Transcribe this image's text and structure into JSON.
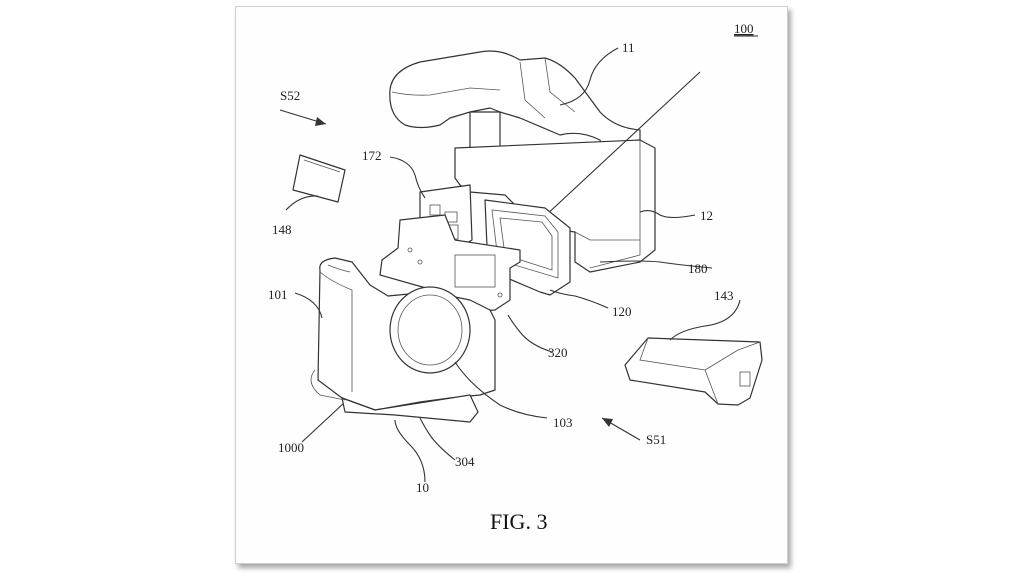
{
  "figure": {
    "caption": "FIG. 3",
    "ref_main": "100",
    "labels": {
      "l11": "11",
      "l12": "12",
      "l10": "10",
      "l101": "101",
      "l103": "103",
      "l120": "120",
      "l143": "143",
      "l148": "148",
      "l172": "172",
      "l180": "180",
      "l304": "304",
      "l320": "320",
      "l1000": "1000",
      "s51": "S51",
      "s52": "S52"
    }
  }
}
